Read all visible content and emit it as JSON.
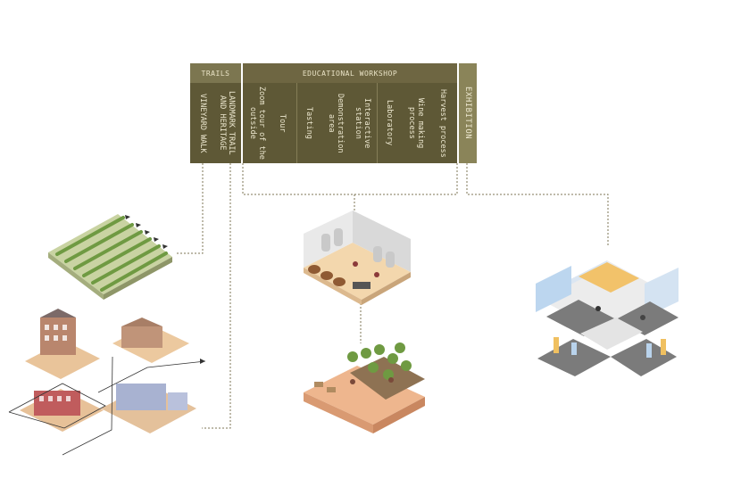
{
  "headers": {
    "trails": "TRAILS",
    "workshop": "EDUCATIONAL WORKSHOP",
    "exhibition": "EXHIBITION"
  },
  "trails_items": [
    "VINEYARD WALK",
    "LANDMARK TRAIL AND HERITAGE"
  ],
  "workshop_items": [
    "Zoom tour of the outside",
    "Tour",
    "Tasting",
    "Demonstration area",
    "Interactive station",
    "Laboratory",
    "Wine making process",
    "Harvest process"
  ],
  "colors": {
    "header_bg": "#7c7650",
    "workshop_bg": "#6e6642",
    "column_bg": "#5e5836",
    "exhibition_bg": "#8a8459",
    "connector": "#7d7455"
  },
  "icons": [
    "vineyard-rows-illustration",
    "heritage-buildings-illustration",
    "winery-workshop-illustration",
    "harvest-field-illustration",
    "exhibition-hall-illustration"
  ]
}
